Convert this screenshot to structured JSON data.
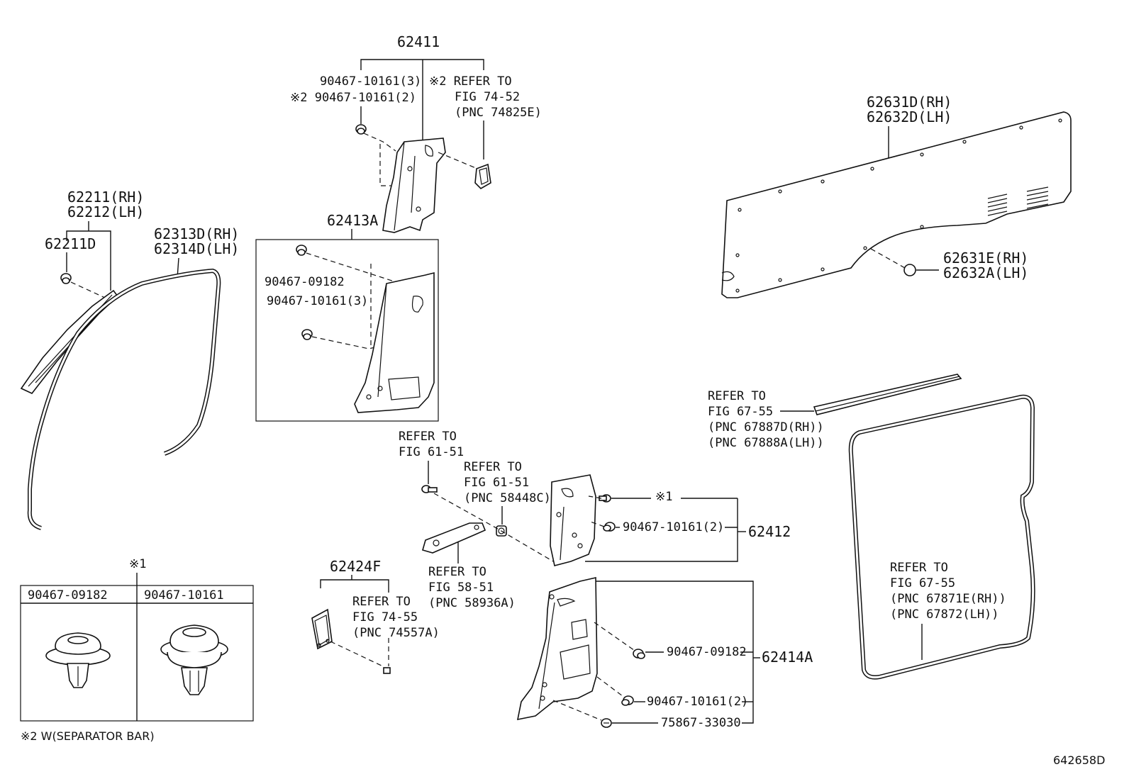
{
  "labels": {
    "p62411": "62411",
    "p62413a": "62413A",
    "clip_a_3": "90467-10161(3)",
    "clip_a_2": "※2 90467-10161(2)",
    "refer_7452_1": "※2 REFER TO",
    "refer_7452_2": "FIG 74-52",
    "refer_7452_3": "(PNC 74825E)",
    "p62211_rh": "62211(RH)",
    "p62212_lh": "62212(LH)",
    "p62211d": "62211D",
    "p62313d_rh": "62313D(RH)",
    "p62314d_lh": "62314D(LH)",
    "clip_09182_a": "90467-09182",
    "clip_10161_3b": "90467-10161(3)",
    "p62631d_rh": "62631D(RH)",
    "p62632d_lh": "62632D(LH)",
    "p62631e_rh": "62631E(RH)",
    "p62632a_lh": "62632A(LH)",
    "refer_6755a_1": "REFER TO",
    "refer_6755a_2": "FIG 67-55",
    "refer_6755a_3": "(PNC 67887D(RH))",
    "refer_6755a_4": "(PNC 67888A(LH))",
    "refer_6151a_1": "REFER TO",
    "refer_6151a_2": "FIG 61-51",
    "refer_6151b_1": "REFER TO",
    "refer_6151b_2": "FIG 61-51",
    "refer_6151b_3": "(PNC 58448C)",
    "star1_top": "※1",
    "clip_10161_2c": "90467-10161(2)",
    "p62412": "62412",
    "refer_5851_1": "REFER TO",
    "refer_5851_2": "FIG 58-51",
    "refer_5851_3": "(PNC 58936A)",
    "p62424f": "62424F",
    "refer_7455_1": "REFER TO",
    "refer_7455_2": "FIG 74-55",
    "refer_7455_3": "(PNC 74557A)",
    "star1_table": "※1",
    "clip_09182_d": "90467-09182",
    "p62414a": "62414A",
    "clip_10161_2d": "90467-10161(2)",
    "clip_75867": "75867-33030",
    "refer_6755b_1": "REFER TO",
    "refer_6755b_2": "FIG 67-55",
    "refer_6755b_3": "(PNC 67871E(RH))",
    "refer_6755b_4": "(PNC 67872(LH))",
    "footnote": "※2 W(SEPARATOR BAR)",
    "figure_id": "642658D"
  },
  "legend_table": {
    "col1_header": "90467-09182",
    "col2_header": "90467-10161"
  }
}
